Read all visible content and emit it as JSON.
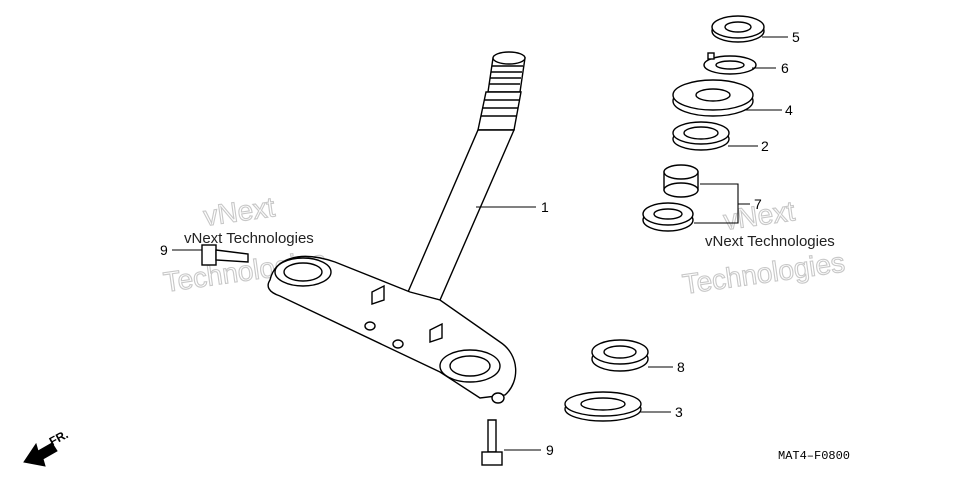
{
  "callouts": {
    "c1": "1",
    "c2": "2",
    "c3": "3",
    "c4": "4",
    "c5": "5",
    "c6": "6",
    "c7": "7",
    "c8": "8",
    "c9a": "9",
    "c9b": "9"
  },
  "watermarks": {
    "left_small": "vNext Technologies",
    "left_big_1": "vNext",
    "left_big_2": "Technologies",
    "right_small": "vNext Technologies",
    "right_big_1": "vNext",
    "right_big_2": "Technologies"
  },
  "front_label": "FR.",
  "diagram_code": "MAT4–F0800"
}
